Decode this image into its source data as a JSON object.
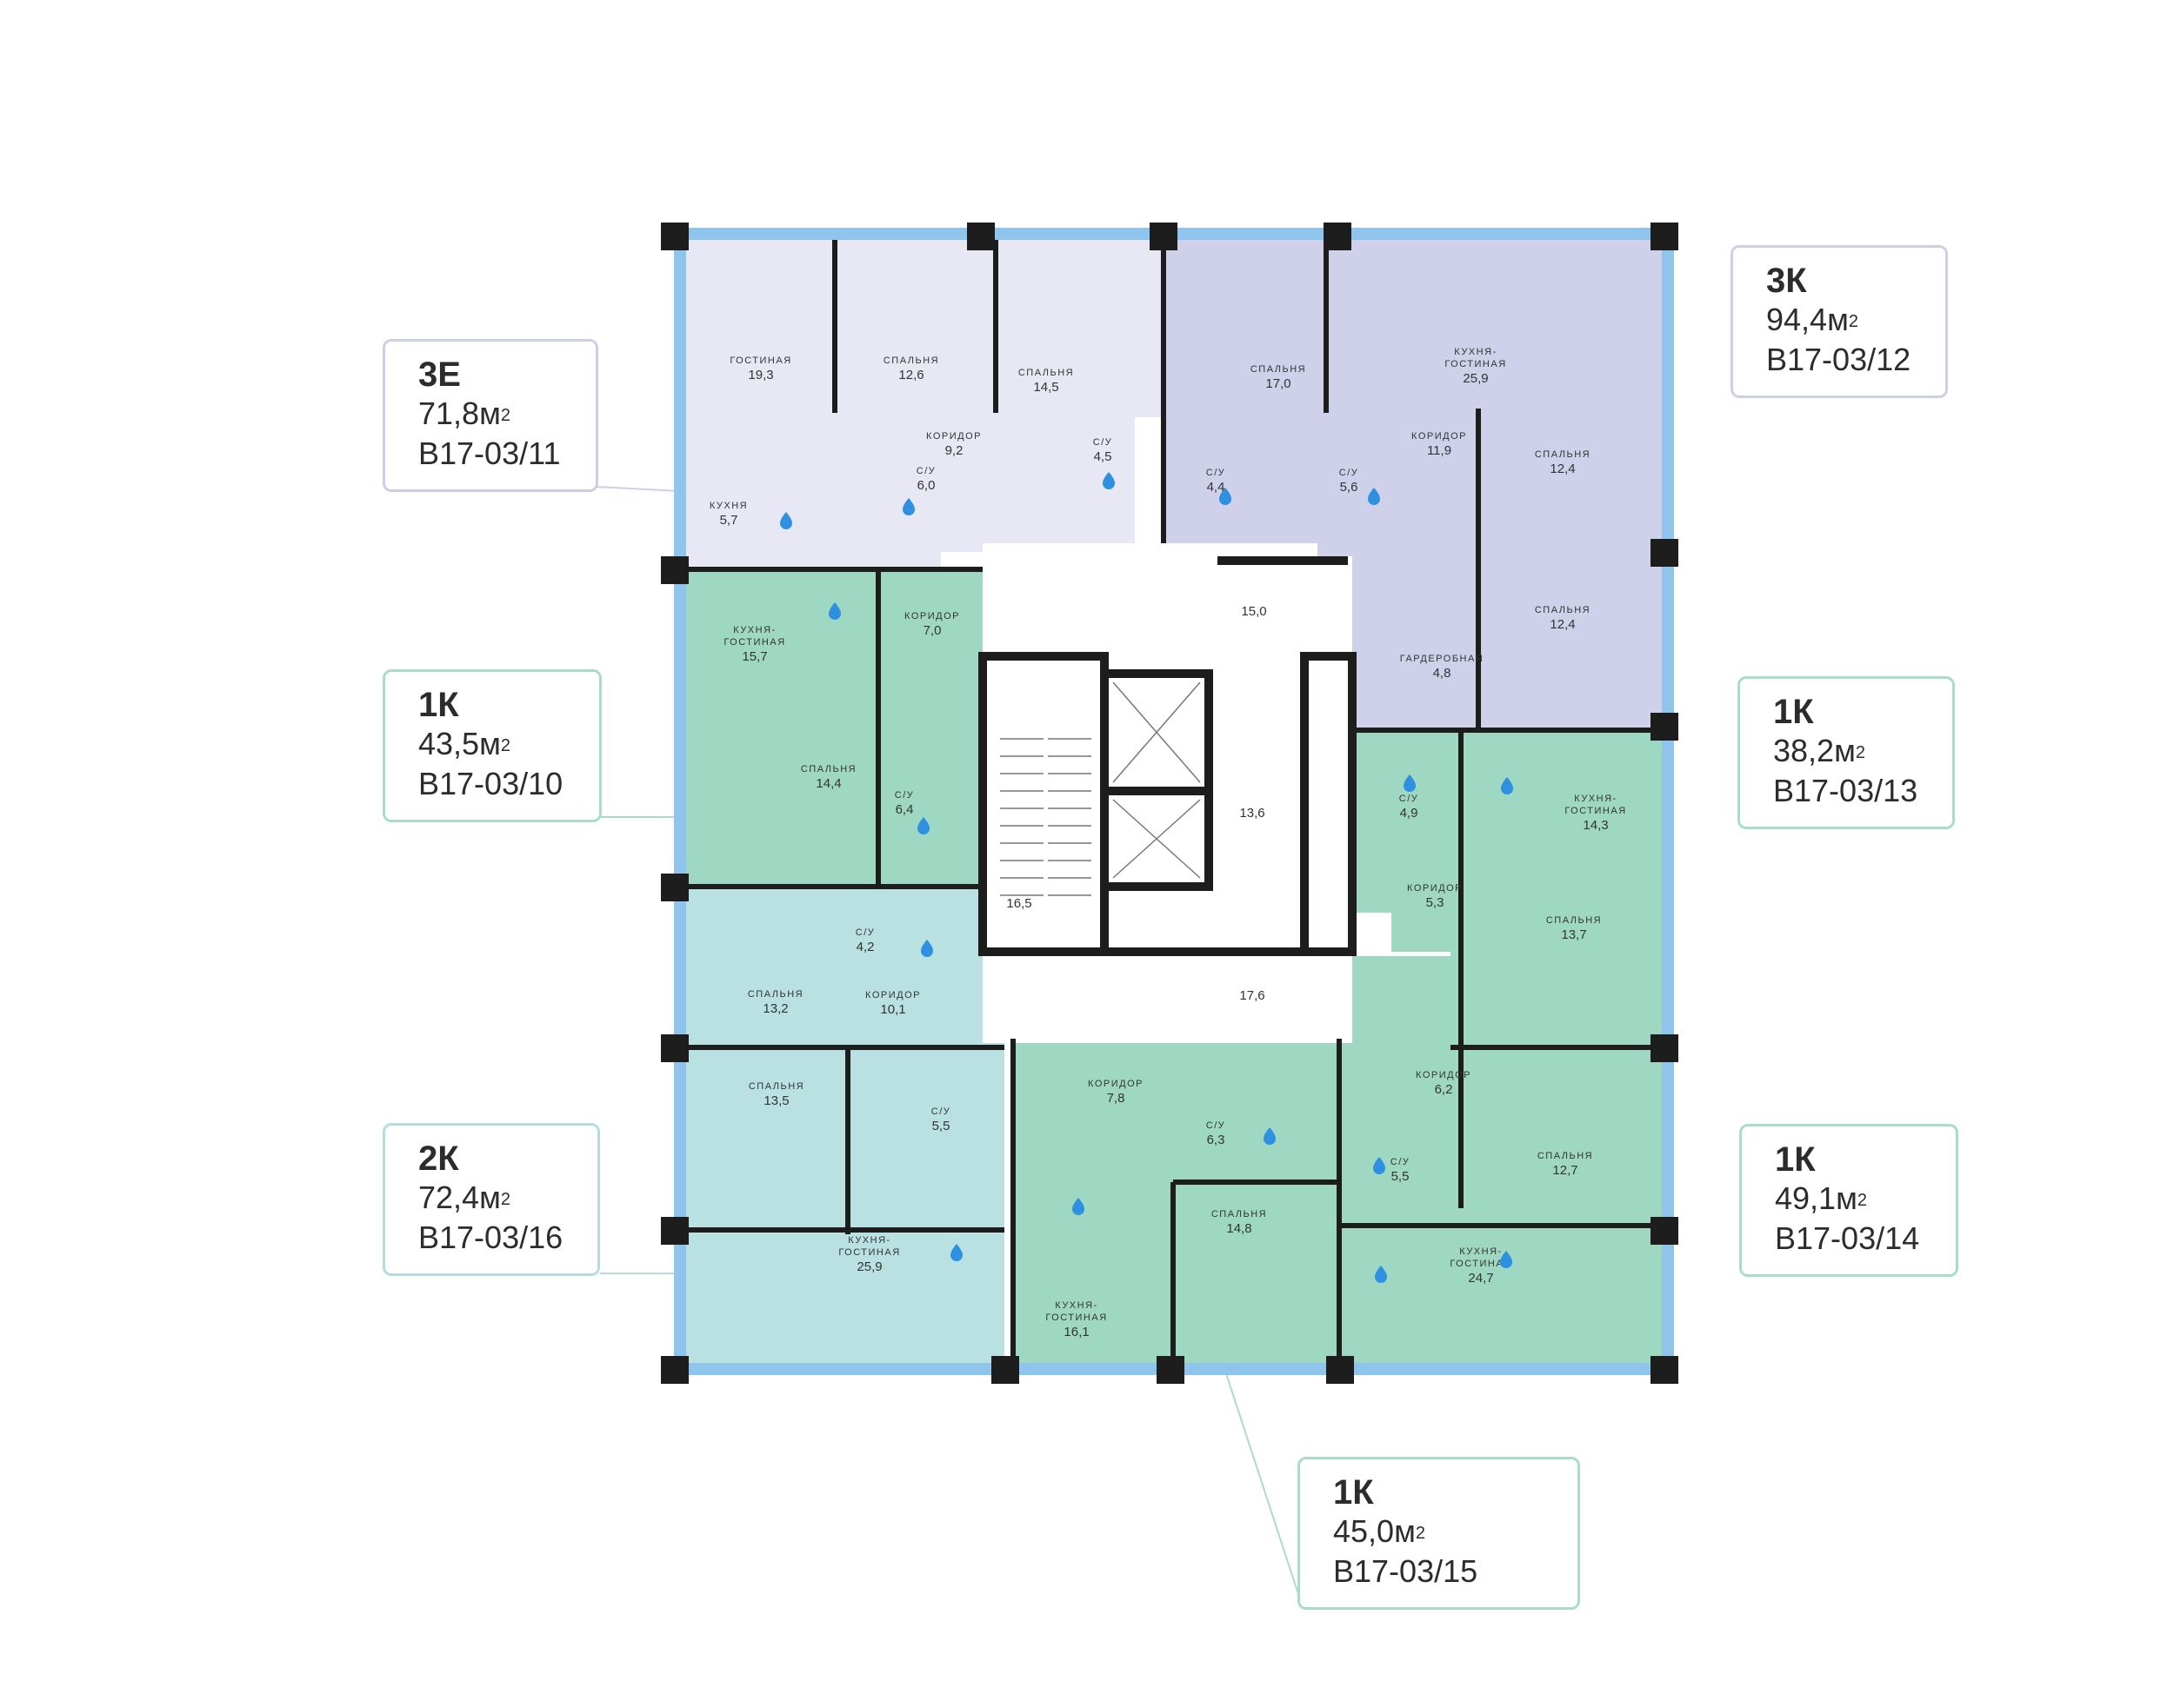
{
  "colors": {
    "apt_3e": "#e7e8f3",
    "apt_3k": "#cfd1ea",
    "apt_1k": "#9ed8c3",
    "apt_2k": "#b9e1e1",
    "callout_border_violet": "#cdcfe8",
    "callout_border_green": "#a9ddca",
    "callout_border_teal": "#b3dedd",
    "wall": "#1d1d1d",
    "window": "#8fc4ec",
    "water_icon": "#2d90e0"
  },
  "apartments": [
    {
      "id": "11",
      "type": "3Е",
      "area": "71,8м",
      "area_unit_sup": "2",
      "code": "В17-03/11"
    },
    {
      "id": "12",
      "type": "3К",
      "area": "94,4м",
      "area_unit_sup": "2",
      "code": "В17-03/12"
    },
    {
      "id": "10",
      "type": "1К",
      "area": "43,5м",
      "area_unit_sup": "2",
      "code": "В17-03/10"
    },
    {
      "id": "13",
      "type": "1К",
      "area": "38,2м",
      "area_unit_sup": "2",
      "code": "В17-03/13"
    },
    {
      "id": "16",
      "type": "2К",
      "area": "72,4м",
      "area_unit_sup": "2",
      "code": "В17-03/16"
    },
    {
      "id": "14",
      "type": "1К",
      "area": "49,1м",
      "area_unit_sup": "2",
      "code": "В17-03/14"
    },
    {
      "id": "15",
      "type": "1К",
      "area": "45,0м",
      "area_unit_sup": "2",
      "code": "В17-03/15"
    }
  ],
  "rooms": [
    {
      "name": "ГОСТИНАЯ",
      "area": "19,3"
    },
    {
      "name": "СПАЛЬНЯ",
      "area": "12,6"
    },
    {
      "name": "СПАЛЬНЯ",
      "area": "14,5"
    },
    {
      "name": "КОРИДОР",
      "area": "9,2"
    },
    {
      "name": "С/У",
      "area": "4,5"
    },
    {
      "name": "С/У",
      "area": "6,0"
    },
    {
      "name": "КУХНЯ",
      "area": "5,7"
    },
    {
      "name": "СПАЛЬНЯ",
      "area": "17,0"
    },
    {
      "name": "КУХНЯ-\nГОСТИНАЯ",
      "area": "25,9"
    },
    {
      "name": "КОРИДОР",
      "area": "11,9"
    },
    {
      "name": "С/У",
      "area": "4,4"
    },
    {
      "name": "С/У",
      "area": "5,6"
    },
    {
      "name": "СПАЛЬНЯ",
      "area": "12,4"
    },
    {
      "name": "СПАЛЬНЯ",
      "area": "12,4"
    },
    {
      "name": "ГАРДЕРОБНАЯ",
      "area": "4,8"
    },
    {
      "name": "КУХНЯ-\nГОСТИНАЯ",
      "area": "15,7"
    },
    {
      "name": "КОРИДОР",
      "area": "7,0"
    },
    {
      "name": "СПАЛЬНЯ",
      "area": "14,4"
    },
    {
      "name": "С/У",
      "area": "6,4"
    },
    {
      "name": "С/У",
      "area": "4,9"
    },
    {
      "name": "КУХНЯ-\nГОСТИНАЯ",
      "area": "14,3"
    },
    {
      "name": "КОРИДОР",
      "area": "5,3"
    },
    {
      "name": "СПАЛЬНЯ",
      "area": "13,7"
    },
    {
      "name": "С/У",
      "area": "4,2"
    },
    {
      "name": "КОРИДОР",
      "area": "10,1"
    },
    {
      "name": "СПАЛЬНЯ",
      "area": "13,2"
    },
    {
      "name": "СПАЛЬНЯ",
      "area": "13,5"
    },
    {
      "name": "С/У",
      "area": "5,5"
    },
    {
      "name": "КУХНЯ-\nГОСТИНАЯ",
      "area": "25,9"
    },
    {
      "name": "КОРИДОР",
      "area": "7,8"
    },
    {
      "name": "С/У",
      "area": "6,3"
    },
    {
      "name": "СПАЛЬНЯ",
      "area": "14,8"
    },
    {
      "name": "КУХНЯ-\nГОСТИНАЯ",
      "area": "16,1"
    },
    {
      "name": "КОРИДОР",
      "area": "6,2"
    },
    {
      "name": "С/У",
      "area": "5,5"
    },
    {
      "name": "СПАЛЬНЯ",
      "area": "12,7"
    },
    {
      "name": "КУХНЯ-\nГОСТИНАЯ",
      "area": "24,7"
    }
  ],
  "common_areas": [
    {
      "area": "15,0"
    },
    {
      "area": "13,6"
    },
    {
      "area": "16,5"
    },
    {
      "area": "17,6"
    }
  ]
}
